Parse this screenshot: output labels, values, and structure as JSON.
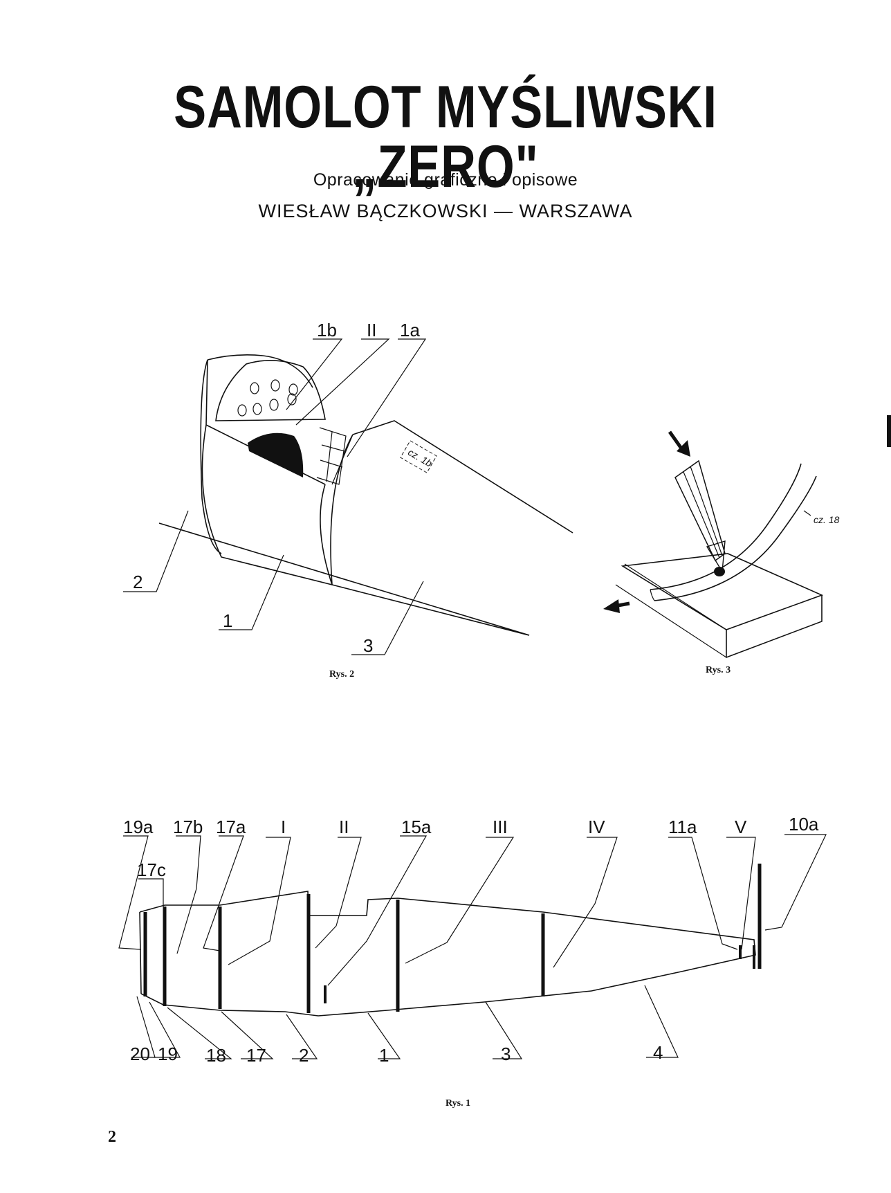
{
  "header": {
    "title": "SAMOLOT MYŚLIWSKI „ZERO\"",
    "subtitle": "Opracowanie graficzne i opisowe",
    "author": "WIESŁAW BĄCZKOWSKI — WARSZAWA"
  },
  "figure_cockpit": {
    "caption": "Rys. 2",
    "labels": [
      "1b",
      "II",
      "1a",
      "2",
      "1",
      "3"
    ],
    "decal_text": "cz. 1b"
  },
  "figure_pencil": {
    "caption": "Rys. 3",
    "part_label": "cz. 18"
  },
  "figure_fuselage": {
    "caption": "Rys. 1",
    "top_labels": [
      "19a",
      "17b",
      "17a",
      "I",
      "II",
      "15a",
      "III",
      "IV",
      "11a",
      "V",
      "10a"
    ],
    "extra_label": "17c",
    "bottom_labels": [
      "20",
      "19",
      "18",
      "17",
      "2",
      "1",
      "3",
      "4"
    ]
  },
  "footer": {
    "page_number": "2"
  }
}
